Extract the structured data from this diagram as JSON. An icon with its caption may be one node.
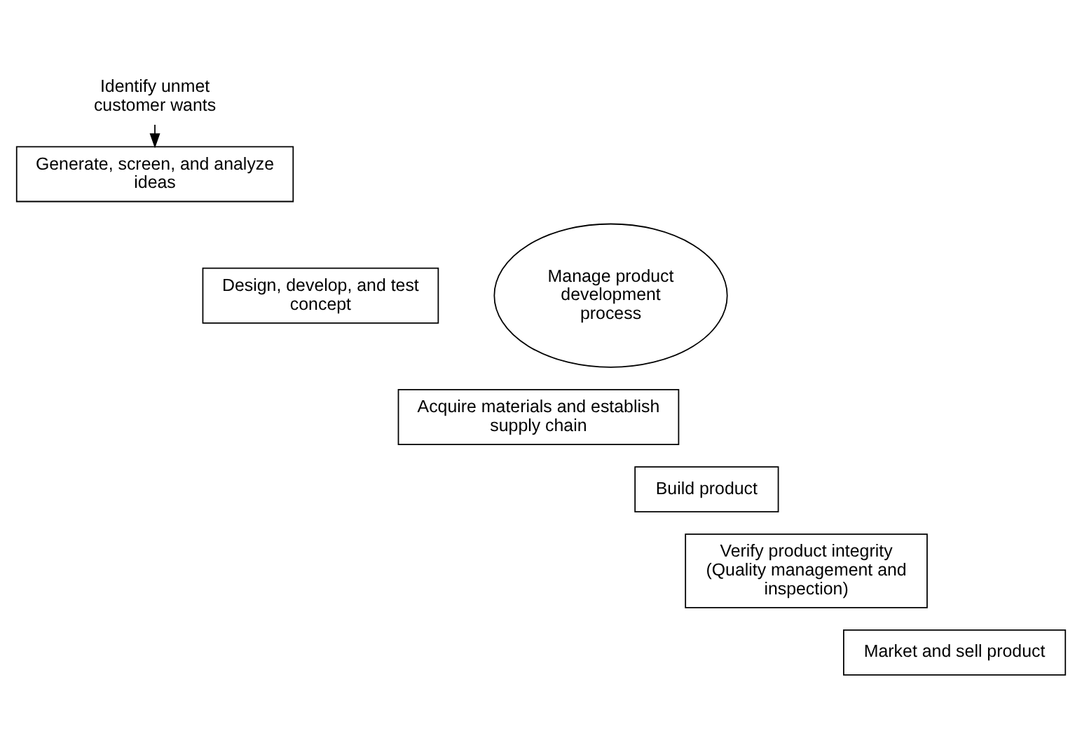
{
  "diagram": {
    "nodes": [
      {
        "text": [
          "Identify unmet customer wants"
        ]
      },
      {
        "text": [
          "Generate, screen, and analyze ideas"
        ]
      },
      {
        "text": [
          "Design, develop, and test concept"
        ]
      },
      {
        "text": [
          "Acquire materials and establish supply chain"
        ]
      },
      {
        "text": [
          "Build product"
        ]
      },
      {
        "text": [
          "Verify product integrity (Quality management and inspection)"
        ]
      },
      {
        "text": [
          "Market and sell product"
        ]
      },
      {
        "text": [
          "Manage product development process"
        ]
      }
    ],
    "edges": [
      {
        "from": 0,
        "to": 1,
        "arrow": "to"
      }
    ]
  }
}
